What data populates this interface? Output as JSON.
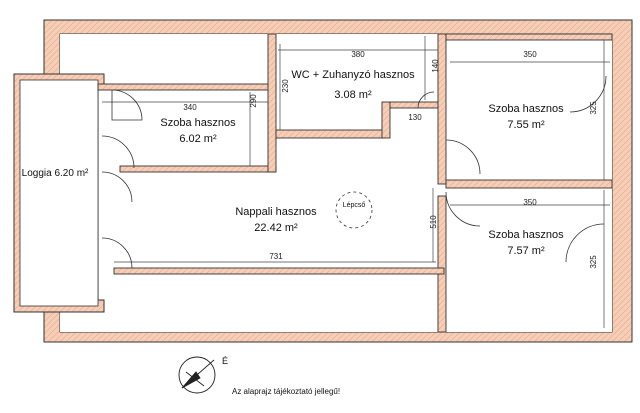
{
  "rooms": {
    "loggia": {
      "label": "Loggia 6.20 m²"
    },
    "room_left": {
      "name": "Szoba hasznos",
      "area": "6.02 m²"
    },
    "wc": {
      "name": "WC + Zuhanyzó hasznos",
      "area": "3.08 m²"
    },
    "room_top_right": {
      "name": "Szoba hasznos",
      "area": "7.55 m²"
    },
    "living": {
      "name": "Nappali hasznos",
      "area": "22.42 m²"
    },
    "room_bottom_right": {
      "name": "Szoba hasznos",
      "area": "7.57 m²"
    },
    "stairs": {
      "label": "Lépcső"
    }
  },
  "dimensions": {
    "d340": "340",
    "d380": "380",
    "d350_top": "350",
    "d350_bottom": "350",
    "d140": "140",
    "d130": "130",
    "d290": "290",
    "d230": "230",
    "d325_top": "325",
    "d325_bottom": "325",
    "d510": "510",
    "d731": "731"
  },
  "footer": {
    "compass_letter": "É",
    "disclaimer": "Az alaprajz tájékoztató jellegű!"
  },
  "colors": {
    "wall_fill": "#f4c9b2",
    "wall_line": "#333333"
  }
}
